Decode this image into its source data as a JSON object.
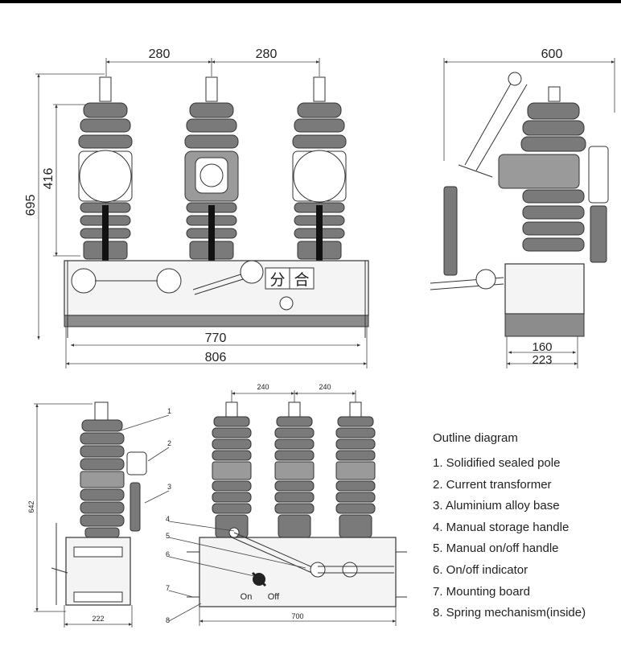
{
  "front_view": {
    "dim_phase_spacing_left": "280",
    "dim_phase_spacing_right": "280",
    "dim_total_height": "695",
    "dim_pole_height": "416",
    "dim_mounting_width": "770",
    "dim_overall_width": "806",
    "label_open": "分",
    "label_close": "合"
  },
  "side_view": {
    "dim_depth": "600",
    "dim_base_inner": "160",
    "dim_base_outer": "223"
  },
  "lower_side_view": {
    "dim_height": "642",
    "dim_base_width": "222",
    "callouts": [
      "1",
      "2",
      "3"
    ]
  },
  "lower_front_view": {
    "dim_spacing_left": "240",
    "dim_spacing_right": "240",
    "dim_base_width": "700",
    "indicator_on": "On",
    "indicator_off": "Off",
    "callouts": [
      "4",
      "5",
      "6",
      "7",
      "8"
    ]
  },
  "legend": {
    "title": "Outline diagram",
    "items": [
      "1. Solidified sealed pole",
      "2. Current transformer",
      "3. Aluminium alloy base",
      "4. Manual storage handle",
      "5. Manual on/off handle",
      "6. On/off indicator",
      "7. Mounting board",
      "8. Spring mechanism(inside)"
    ]
  }
}
